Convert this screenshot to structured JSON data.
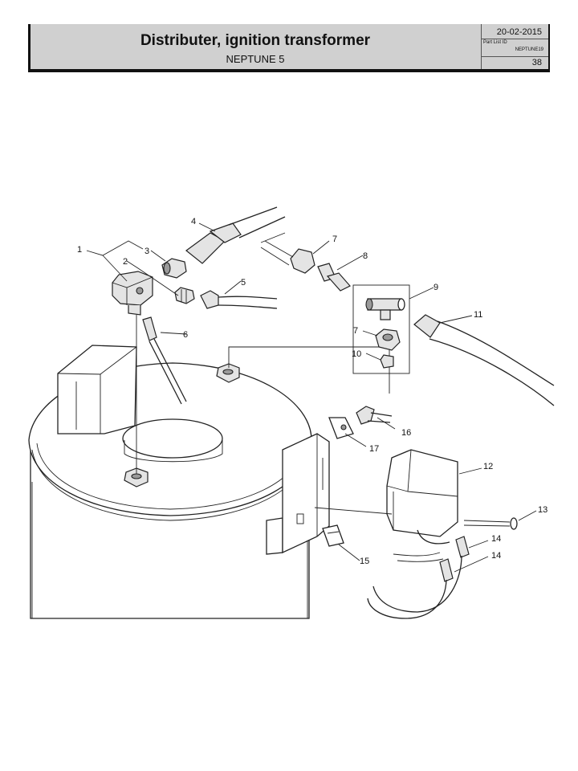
{
  "header": {
    "title": "Distributer, ignition transformer",
    "subtitle": "NEPTUNE 5",
    "date": "20-02-2015",
    "part_list_label": "Part List ID",
    "part_list_id": "NEPTUNE19",
    "page": "38"
  },
  "callouts": {
    "c1": "1",
    "c2": "2",
    "c3": "3",
    "c4": "4",
    "c5": "5",
    "c6": "6",
    "c7a": "7",
    "c7b": "7",
    "c8": "8",
    "c9": "9",
    "c10": "10",
    "c11": "11",
    "c12": "12",
    "c13": "13",
    "c14a": "14",
    "c14b": "14",
    "c15": "15",
    "c16": "16",
    "c17": "17"
  }
}
